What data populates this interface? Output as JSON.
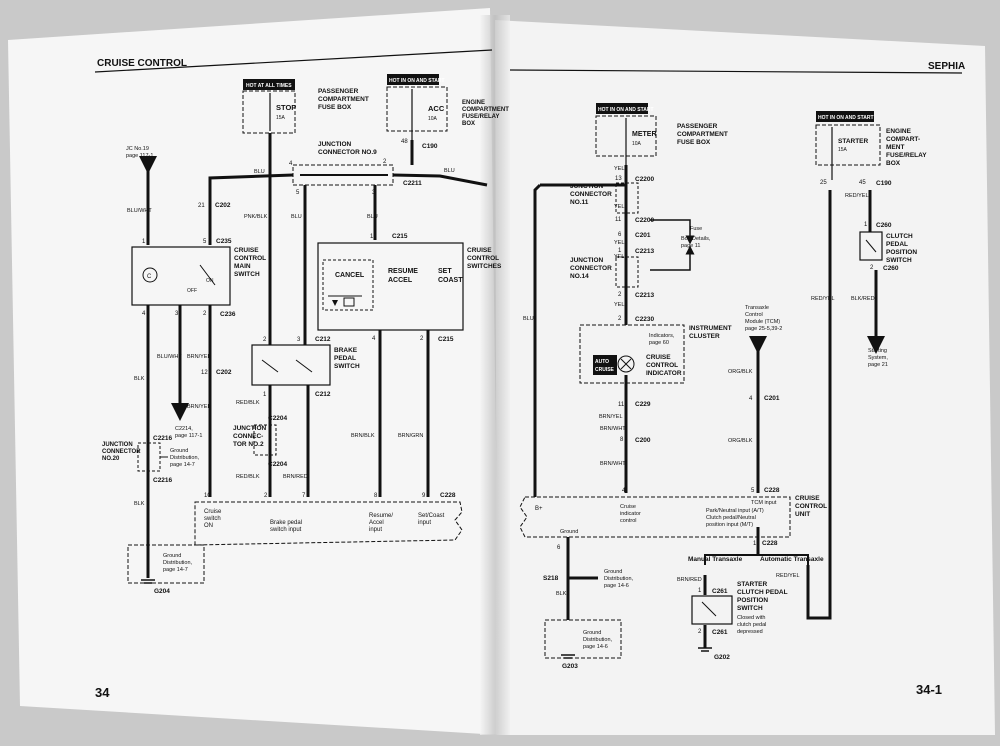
{
  "left": {
    "header": "CRUISE CONTROL",
    "page_number": "34",
    "power_boxes": [
      {
        "badge": "HOT AT ALL TIMES",
        "fuse": "STOP",
        "amps": "15A",
        "desc": [
          "PASSENGER",
          "COMPARTMENT",
          "FUSE BOX"
        ]
      },
      {
        "badge": "HOT IN ON AND START",
        "fuse": "ACC",
        "amps": "10A",
        "desc": [
          "ENGINE",
          "COMPARTMENT",
          "FUSE/RELAY",
          "BOX"
        ],
        "pin": "48",
        "conn": "C190"
      }
    ],
    "jc9": {
      "lines": [
        "JUNCTION",
        "CONNECTOR NO.9"
      ],
      "conn": "C2211",
      "pins": [
        "4",
        "2",
        "5",
        "3"
      ]
    },
    "jc19": [
      "JC No.19",
      "page 117-1"
    ],
    "main_switch": {
      "lines": [
        "CRUISE",
        "CONTROL",
        "MAIN",
        "SWITCH"
      ],
      "conn": "C235",
      "off": "OFF",
      "on": "ON",
      "conn_out": "C236"
    },
    "cruise_switches": {
      "lines": [
        "CRUISE",
        "CONTROL",
        "SWITCHES"
      ],
      "cancel": "CANCEL",
      "resume": [
        "RESUME",
        "ACCEL"
      ],
      "set": [
        "SET",
        "COAST"
      ],
      "conn_in": "C215",
      "conn_out": "C215"
    },
    "brake_switch": {
      "lines": [
        "BRAKE",
        "PEDAL",
        "SWITCH"
      ],
      "conn": "C212"
    },
    "jc2": {
      "lines": [
        "JUNCTION",
        "CONNEC-",
        "TOR NO.2"
      ],
      "conn": "C2204"
    },
    "jc20": {
      "lines": [
        "JUNCTION",
        "CONNECTOR",
        "NO.20"
      ],
      "conn": "C2216"
    },
    "ground_dist": [
      "Ground",
      "Distribution,",
      "page 14-7"
    ],
    "c2214": [
      "C2214,",
      "page 117-1"
    ],
    "c202": "C202",
    "g204": "G204",
    "wires": [
      "BLU",
      "BLU/WHT",
      "PNK/BLK",
      "BLK",
      "BLU/WHT",
      "BRN/YEL",
      "BRN/YEL",
      "RED/BLK",
      "RED/BLK",
      "BRN/RED",
      "BRN/BLK",
      "BRN/GRN",
      "BLK"
    ],
    "pins": [
      "21",
      "1",
      "5",
      "4",
      "3",
      "2",
      "12",
      "1",
      "2",
      "3",
      "1",
      "4",
      "2",
      "10",
      "2",
      "7",
      "8",
      "9",
      "3",
      "3"
    ],
    "c228": "C228",
    "unit_labels": [
      [
        "Cruise",
        "switch",
        "ON"
      ],
      [
        "Brake pedal",
        "switch input"
      ],
      [
        "Resume/",
        "Accel",
        "input"
      ],
      [
        "Set/Coast",
        "input"
      ]
    ]
  },
  "right": {
    "header": "SEPHIA",
    "page_number": "34-1",
    "power_boxes": [
      {
        "badge": "HOT IN ON AND START",
        "fuse": "METER",
        "amps": "10A",
        "desc": [
          "PASSENGER",
          "COMPARTMENT",
          "FUSE BOX"
        ]
      },
      {
        "badge": "HOT IN ON AND START",
        "fuse": "STARTER",
        "amps": "15A",
        "desc": [
          "ENGINE",
          "COMPART-",
          "MENT",
          "FUSE/RELAY",
          "BOX"
        ],
        "pins": [
          "25",
          "45"
        ],
        "conn": "C190"
      }
    ],
    "jc11": [
      "JUNCTION",
      "CONNECTOR",
      "NO.11"
    ],
    "jc14": [
      "JUNCTION",
      "CONNECTOR",
      "NO.14"
    ],
    "fuse_box_details": [
      "Fuse",
      "Box Details,",
      "page 11"
    ],
    "conns": [
      "C2200",
      "C2200",
      "C201",
      "C2213",
      "C2213",
      "C2230",
      "C229",
      "C200",
      "C201",
      "C228",
      "C260",
      "C260",
      "C228",
      "C261",
      "C261"
    ],
    "wire_labels": [
      "YEL",
      "YEL",
      "YEL",
      "YEL",
      "YEL",
      "BLU",
      "BRN/YEL",
      "BRN/WHT",
      "BRN/WHT",
      "ORG/BLK",
      "ORG/BLK",
      "RED/YEL",
      "BLK/RED",
      "RED/YEL",
      "BLK",
      "BRN/RED",
      "RED/YEL"
    ],
    "instrument_cluster": {
      "lines": [
        "INSTRUMENT",
        "CLUSTER"
      ],
      "indicators": [
        "Indicators,",
        "page 60"
      ],
      "badge": [
        "AUTO",
        "CRUISE"
      ],
      "indicator": [
        "CRUISE",
        "CONTROL",
        "INDICATOR"
      ]
    },
    "tcm": [
      "Transaxle",
      "Control",
      "Module (TCM)",
      "page 25-5,39-2"
    ],
    "clutch_switch": [
      "CLUTCH",
      "PEDAL",
      "POSITION",
      "SWITCH"
    ],
    "starting_system": [
      "Starting",
      "System,",
      "page 21"
    ],
    "unit": {
      "lines": [
        "CRUISE",
        "CONTROL",
        "UNIT"
      ],
      "bplus": "B+",
      "indicator_ctrl": [
        "Cruise",
        "indicator",
        "control"
      ],
      "tcm_input": [
        "TCM input",
        "Park/Neutral input (A/T)",
        "Clutch pedal/Neutral",
        "position input (M/T)"
      ],
      "ground": "Ground"
    },
    "manual": "Manual Transaxle",
    "automatic": "Automatic Transaxle",
    "starter_clutch": [
      "STARTER",
      "CLUTCH PEDAL",
      "POSITION",
      "SWITCH"
    ],
    "closed_note": [
      "Closed with",
      "clutch pedal",
      "depressed"
    ],
    "s218": "S218",
    "ground_dist_a": [
      "Ground",
      "Distribution,",
      "page 14-6"
    ],
    "ground_dist_b": [
      "Ground",
      "Distribution,",
      "page 14-6"
    ],
    "g203": "G203",
    "g202": "G202",
    "pins": [
      "13",
      "11",
      "6",
      "1",
      "2",
      "1",
      "2",
      "11",
      "8",
      "4",
      "1",
      "4",
      "5",
      "6",
      "1",
      "3",
      "2",
      "1",
      "2"
    ]
  }
}
